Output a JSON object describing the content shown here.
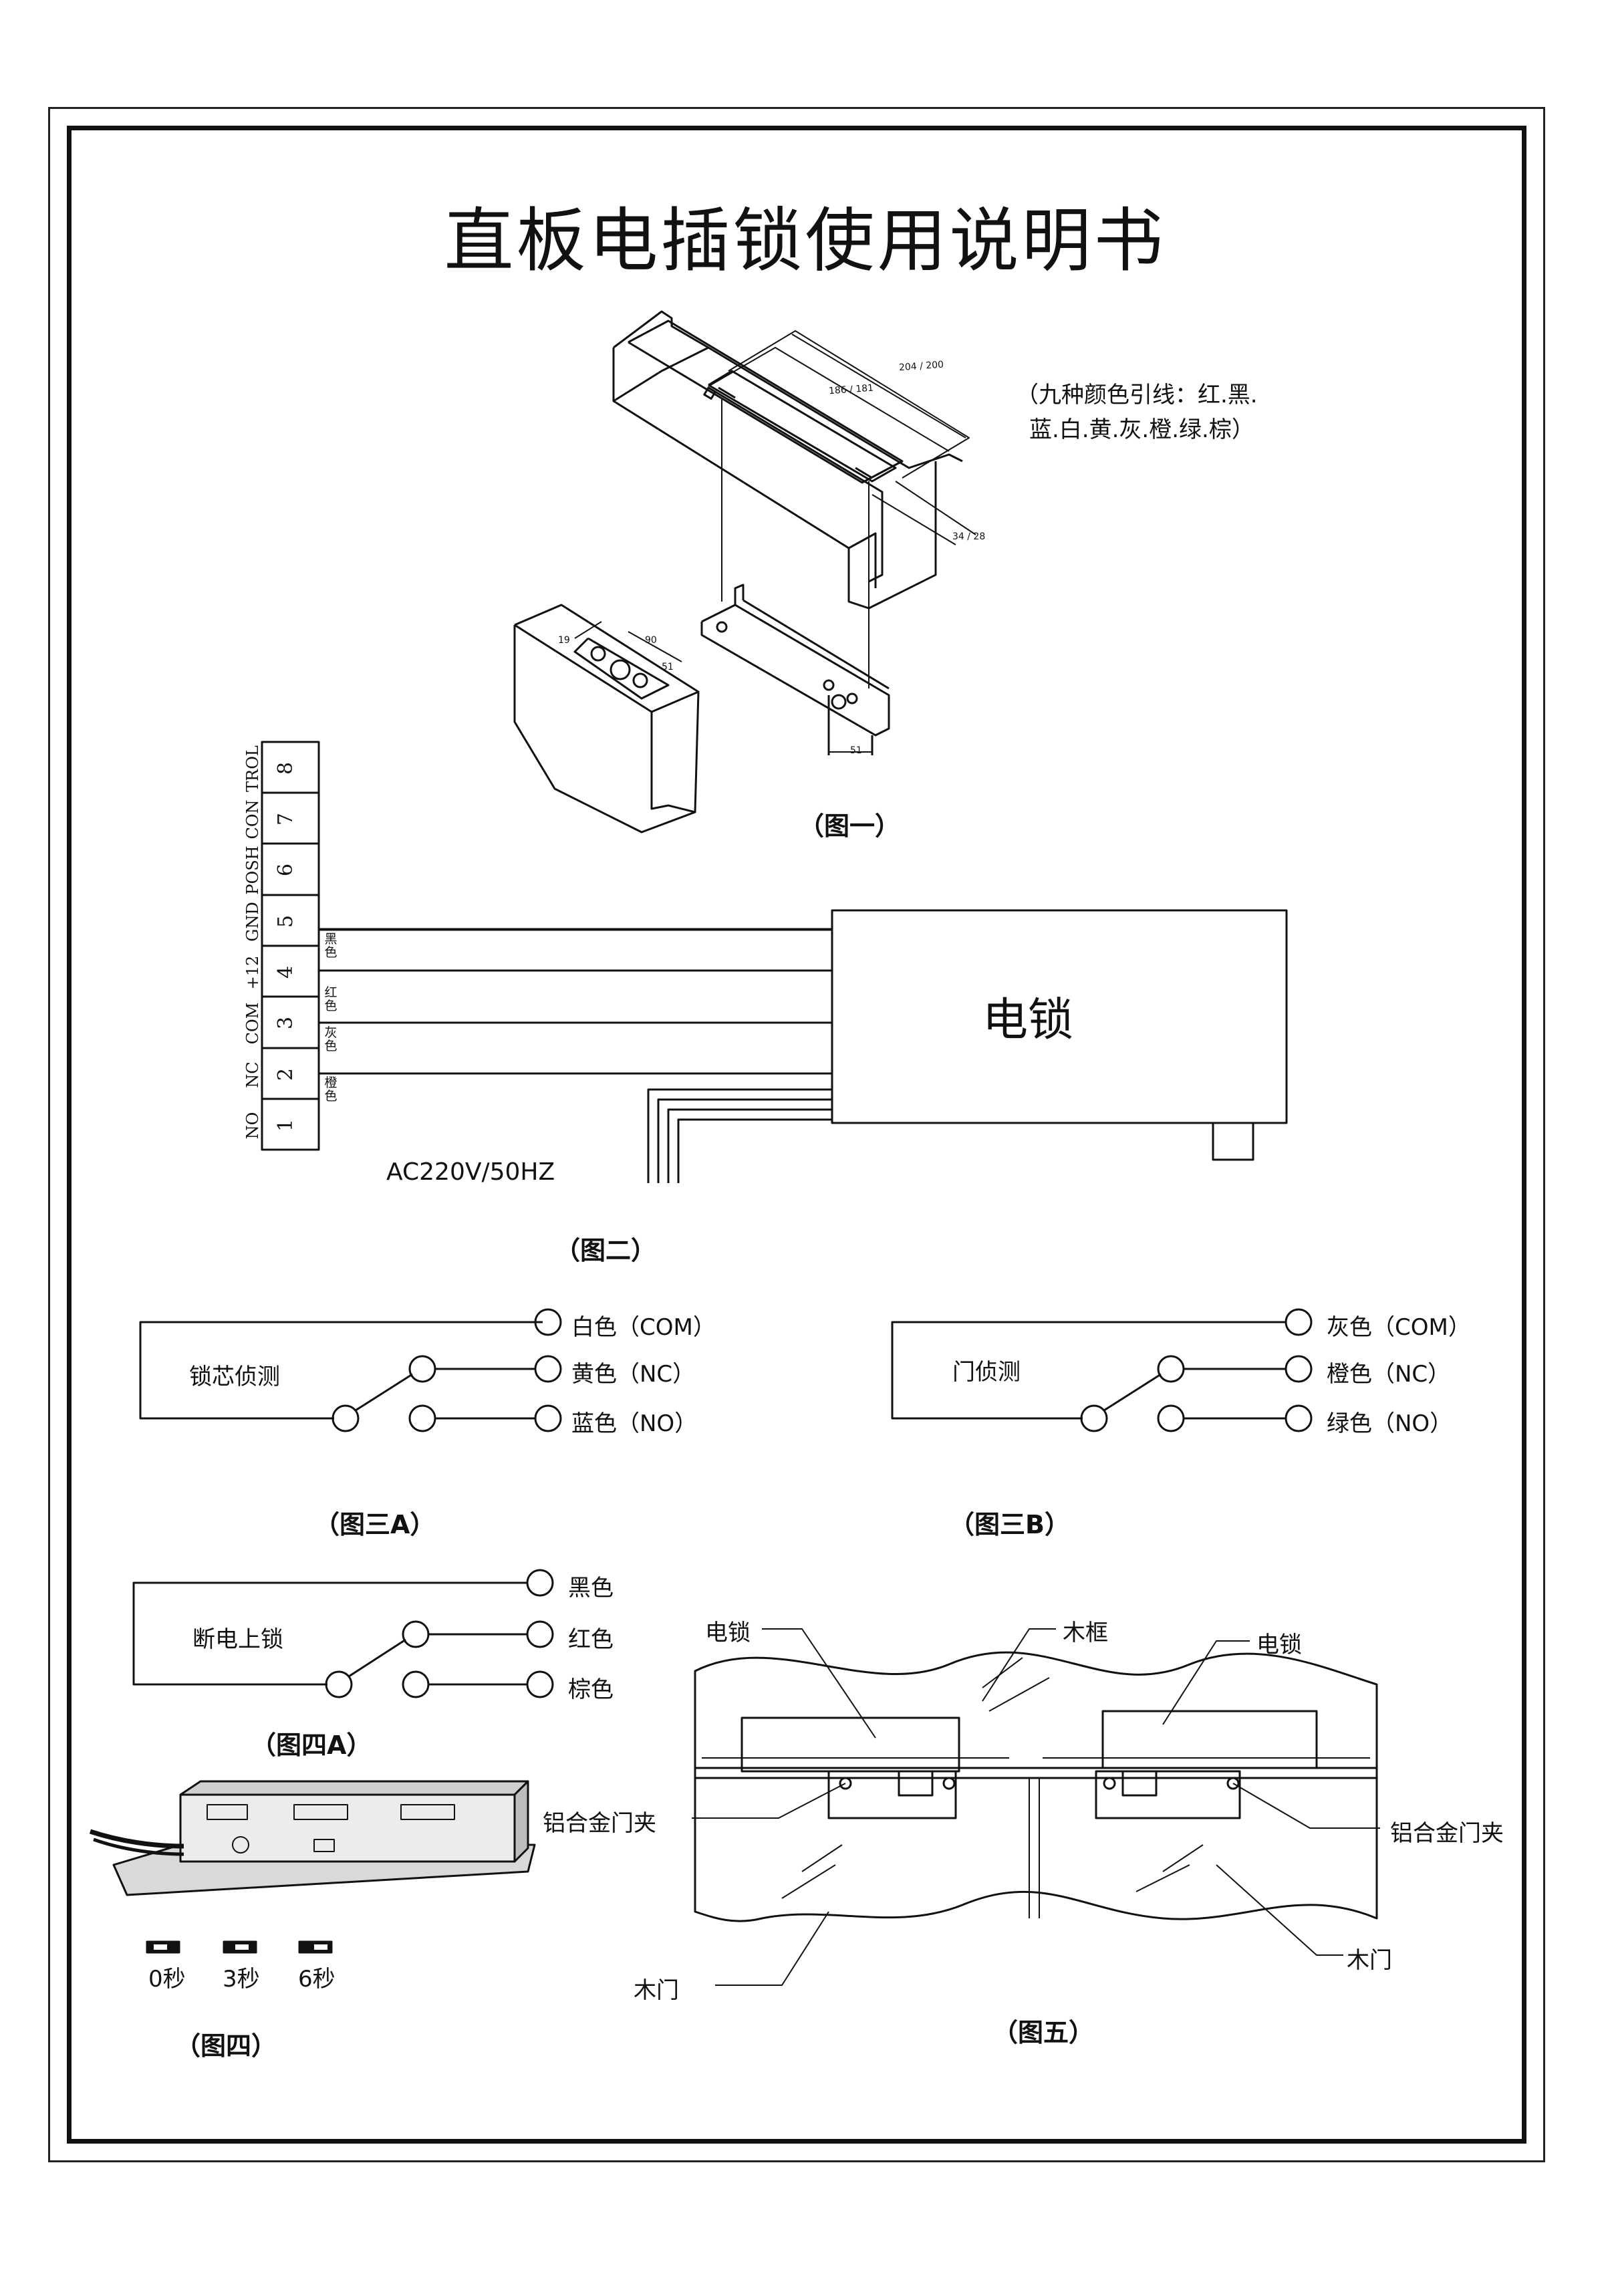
{
  "title": "直板电插锁使用说明书",
  "fig1": {
    "caption": "（图一）",
    "note_line1": "（九种颜色引线：红.黑.",
    "note_line2": "蓝.白.黄.灰.橙.绿.棕）",
    "dims": [
      "204 / 200",
      "186 / 181",
      "34 / 28",
      "19",
      "90",
      "51",
      "51"
    ]
  },
  "fig2": {
    "caption": "（图二）",
    "lock_label": "电锁",
    "supply": "AC220V/50HZ",
    "terminals": [
      {
        "num": "1",
        "label": "NO"
      },
      {
        "num": "2",
        "label": "NC"
      },
      {
        "num": "3",
        "label": "COM"
      },
      {
        "num": "4",
        "label": "+12"
      },
      {
        "num": "5",
        "label": "GND"
      },
      {
        "num": "6",
        "label": "POSH"
      },
      {
        "num": "7",
        "label": "CON"
      },
      {
        "num": "8",
        "label": "TROL"
      }
    ],
    "wire_colors": [
      "黑色",
      "红色",
      "灰色",
      "橙色"
    ]
  },
  "fig3a": {
    "caption": "（图三A）",
    "box_label": "锁芯侦测",
    "terminals": [
      "白色（COM）",
      "黄色（NC）",
      "蓝色（NO）"
    ]
  },
  "fig3b": {
    "caption": "（图三B）",
    "box_label": "门侦测",
    "terminals": [
      "灰色（COM）",
      "橙色（NC）",
      "绿色（NO）"
    ]
  },
  "fig4a": {
    "caption": "（图四A）",
    "box_label": "断电上锁",
    "terminals": [
      "黑色",
      "红色",
      "棕色"
    ]
  },
  "fig4": {
    "caption": "（图四）",
    "delays": [
      "0秒",
      "3秒",
      "6秒"
    ]
  },
  "fig5": {
    "caption": "（图五）",
    "labels": {
      "lock_left": "电锁",
      "frame": "木框",
      "lock_right": "电锁",
      "clamp_left": "铝合金门夹",
      "clamp_right": "铝合金门夹",
      "door_left": "木门",
      "door_right": "木门"
    }
  }
}
